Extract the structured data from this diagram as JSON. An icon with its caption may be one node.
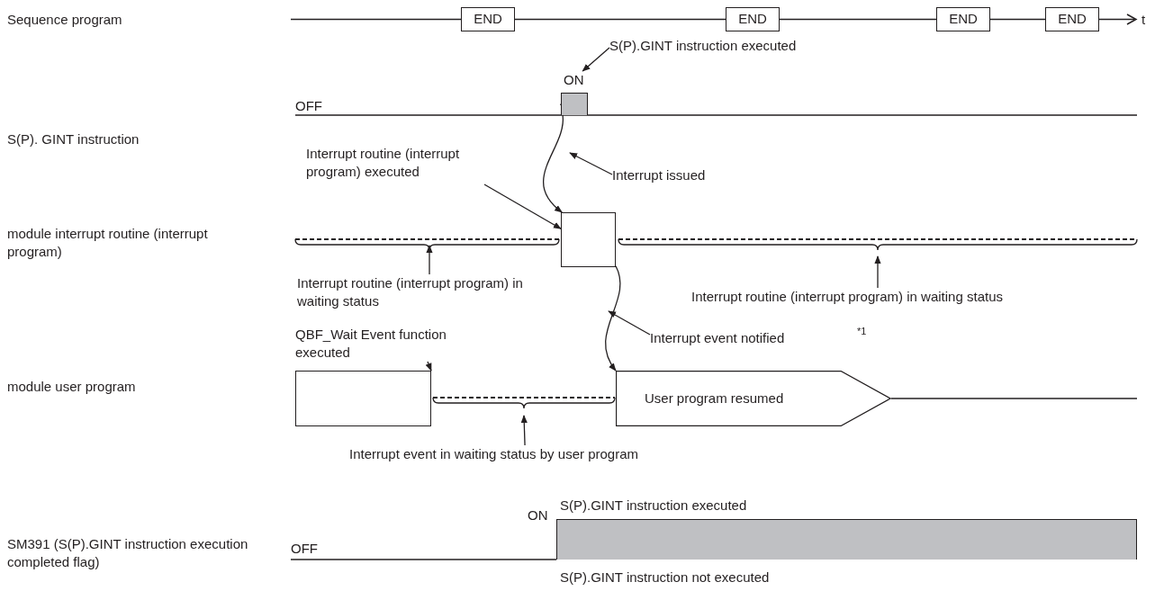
{
  "diagram": {
    "nodes": [
      {
        "text": [
          "END"
        ]
      },
      {
        "text": [
          "END"
        ]
      },
      {
        "text": [
          "END"
        ]
      },
      {
        "text": [
          "END"
        ]
      },
      {
        "text": [],
        "shape": "bar"
      },
      {
        "text": [],
        "shape": "box"
      },
      {
        "text": [],
        "shape": "box"
      },
      {
        "text": [
          "User program resumed"
        ]
      },
      {
        "text": [],
        "shape": "bar",
        "beside": [
          "S(P).GINT instruction executed",
          "S(P).GINT instruction not executed"
        ]
      },
      {
        "text": [
          "S(P).GINT instruction executed"
        ]
      },
      {
        "text": [
          "Interrupt issued"
        ]
      },
      {
        "text": [
          "Interrupt routine (interrupt program) executed"
        ]
      },
      {
        "text": [
          "Interrupt event notified"
        ]
      },
      {
        "text": [
          "QBF_Wait Event function executed"
        ]
      },
      {
        "text": [
          "Interrupt routine (interrupt program) in waiting status"
        ]
      },
      {
        "text": [
          "Interrupt routine (interrupt program) in waiting status"
        ]
      },
      {
        "text": [
          "Interrupt event in waiting status by user program"
        ]
      },
      {
        "text": [
          "ON"
        ]
      }
    ],
    "edges": [
      {
        "from": 0,
        "to": 1,
        "arrow": "none"
      },
      {
        "from": 1,
        "to": 2,
        "arrow": "none"
      },
      {
        "from": 2,
        "to": 3,
        "arrow": "none"
      },
      {
        "from": 9,
        "to": 17,
        "arrow": "to"
      },
      {
        "from": 4,
        "to": 5,
        "arrow": "to"
      },
      {
        "from": 5,
        "to": 7,
        "arrow": "to"
      },
      {
        "from": 10,
        "to": null,
        "arrow": "to"
      },
      {
        "from": 11,
        "to": 5,
        "arrow": "to"
      },
      {
        "from": 12,
        "to": null,
        "arrow": "to"
      },
      {
        "from": 13,
        "to": 6,
        "arrow": "to"
      },
      {
        "from": 14,
        "to": null,
        "arrow": "to"
      },
      {
        "from": 15,
        "to": null,
        "arrow": "to"
      },
      {
        "from": 16,
        "to": null,
        "arrow": "to"
      }
    ],
    "labels": [
      "Sequence program",
      "t",
      "S(P). GINT instruction",
      "OFF",
      "module interrupt routine (interrupt program)",
      "module user program",
      "*1",
      "ON",
      "OFF",
      "SM391 (S(P).GINT instruction execution completed flag)"
    ]
  }
}
